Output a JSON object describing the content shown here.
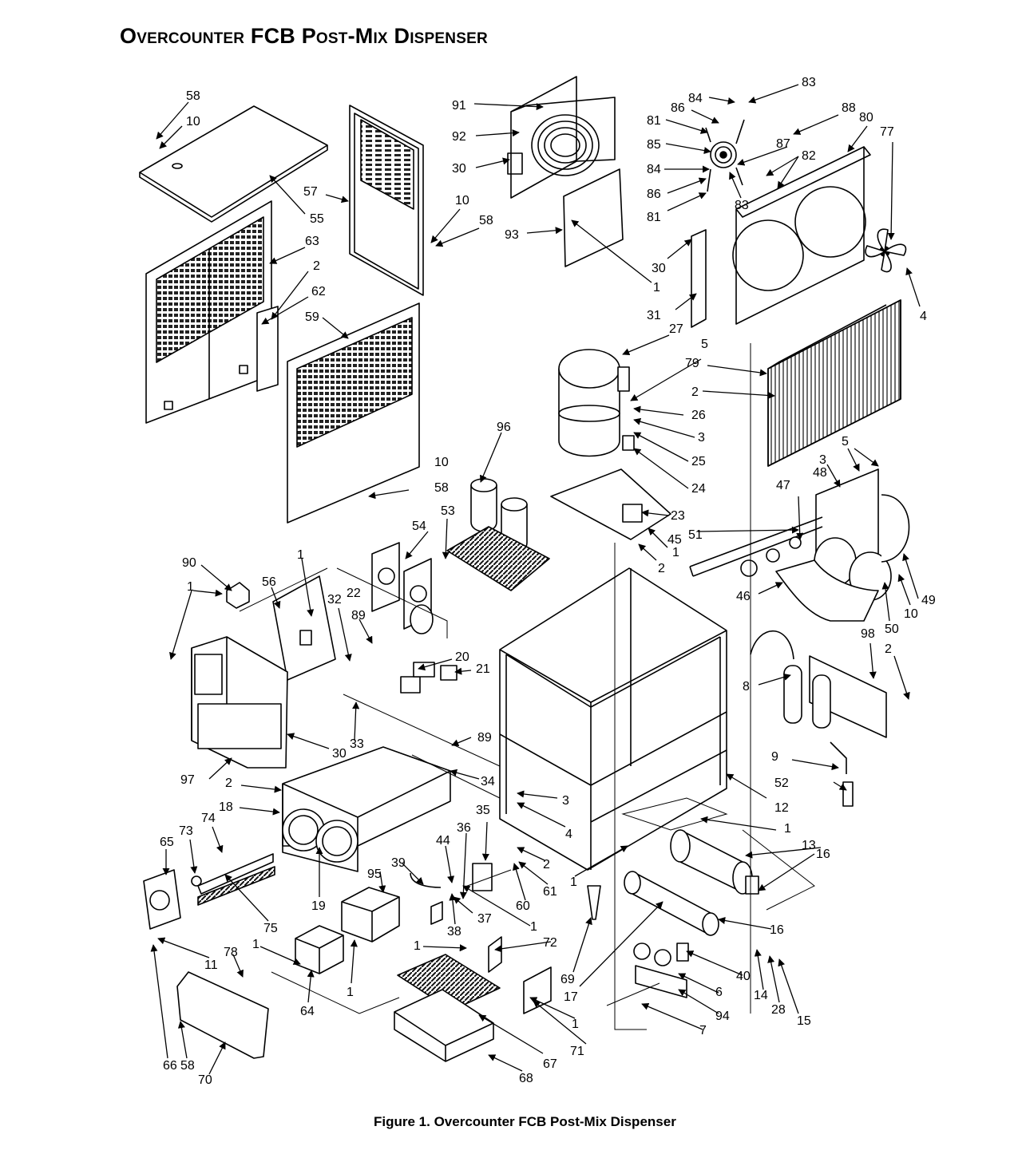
{
  "title": "Overcounter FCB Post-Mix Dispenser",
  "caption": "Figure 1. Overcounter FCB Post-Mix Dispenser",
  "callouts": [
    {
      "id": "c58a",
      "text": "58"
    },
    {
      "id": "c10a",
      "text": "10"
    },
    {
      "id": "c55",
      "text": "55"
    },
    {
      "id": "c57",
      "text": "57"
    },
    {
      "id": "c10b",
      "text": "10"
    },
    {
      "id": "c58b",
      "text": "58"
    },
    {
      "id": "c63",
      "text": "63"
    },
    {
      "id": "c2a",
      "text": "2"
    },
    {
      "id": "c62",
      "text": "62"
    },
    {
      "id": "c59",
      "text": "59"
    },
    {
      "id": "c91",
      "text": "91"
    },
    {
      "id": "c92",
      "text": "92"
    },
    {
      "id": "c30a",
      "text": "30"
    },
    {
      "id": "c93",
      "text": "93"
    },
    {
      "id": "c1a",
      "text": "1"
    },
    {
      "id": "c83a",
      "text": "83"
    },
    {
      "id": "c84a",
      "text": "84"
    },
    {
      "id": "c86a",
      "text": "86"
    },
    {
      "id": "c81a",
      "text": "81"
    },
    {
      "id": "c85",
      "text": "85"
    },
    {
      "id": "c84b",
      "text": "84"
    },
    {
      "id": "c86b",
      "text": "86"
    },
    {
      "id": "c81b",
      "text": "81"
    },
    {
      "id": "c87",
      "text": "87"
    },
    {
      "id": "c82",
      "text": "82"
    },
    {
      "id": "c83b",
      "text": "83"
    },
    {
      "id": "c88",
      "text": "88"
    },
    {
      "id": "c80",
      "text": "80"
    },
    {
      "id": "c77",
      "text": "77"
    },
    {
      "id": "c30b",
      "text": "30"
    },
    {
      "id": "c31",
      "text": "31"
    },
    {
      "id": "c4a",
      "text": "4"
    },
    {
      "id": "c27",
      "text": "27"
    },
    {
      "id": "c5a",
      "text": "5"
    },
    {
      "id": "c79",
      "text": "79"
    },
    {
      "id": "c2b",
      "text": "2"
    },
    {
      "id": "c26",
      "text": "26"
    },
    {
      "id": "c3a",
      "text": "3"
    },
    {
      "id": "c25",
      "text": "25"
    },
    {
      "id": "c24",
      "text": "24"
    },
    {
      "id": "c23",
      "text": "23"
    },
    {
      "id": "c45",
      "text": "45"
    },
    {
      "id": "c1b",
      "text": "1"
    },
    {
      "id": "c2c",
      "text": "2"
    },
    {
      "id": "c10c",
      "text": "10"
    },
    {
      "id": "c58c",
      "text": "58"
    },
    {
      "id": "c96",
      "text": "96"
    },
    {
      "id": "c53",
      "text": "53"
    },
    {
      "id": "c54",
      "text": "54"
    },
    {
      "id": "c5b",
      "text": "5"
    },
    {
      "id": "c3b",
      "text": "3"
    },
    {
      "id": "c48",
      "text": "48"
    },
    {
      "id": "c47",
      "text": "47"
    },
    {
      "id": "c51",
      "text": "51"
    },
    {
      "id": "c46",
      "text": "46"
    },
    {
      "id": "c49",
      "text": "49"
    },
    {
      "id": "c10d",
      "text": "10"
    },
    {
      "id": "c50",
      "text": "50"
    },
    {
      "id": "c90",
      "text": "90"
    },
    {
      "id": "c1c",
      "text": "1"
    },
    {
      "id": "c56",
      "text": "56"
    },
    {
      "id": "c1d",
      "text": "1"
    },
    {
      "id": "c32",
      "text": "32"
    },
    {
      "id": "c22",
      "text": "22"
    },
    {
      "id": "c89a",
      "text": "89"
    },
    {
      "id": "c20",
      "text": "20"
    },
    {
      "id": "c21",
      "text": "21"
    },
    {
      "id": "c98",
      "text": "98"
    },
    {
      "id": "c2d",
      "text": "2"
    },
    {
      "id": "c8",
      "text": "8"
    },
    {
      "id": "c30c",
      "text": "30"
    },
    {
      "id": "c33",
      "text": "33"
    },
    {
      "id": "c89b",
      "text": "89"
    },
    {
      "id": "c97",
      "text": "97"
    },
    {
      "id": "c2e",
      "text": "2"
    },
    {
      "id": "c34",
      "text": "34"
    },
    {
      "id": "c18",
      "text": "18"
    },
    {
      "id": "c3c",
      "text": "3"
    },
    {
      "id": "c4b",
      "text": "4"
    },
    {
      "id": "c9",
      "text": "9"
    },
    {
      "id": "c52",
      "text": "52"
    },
    {
      "id": "c12",
      "text": "12"
    },
    {
      "id": "c1e",
      "text": "1"
    },
    {
      "id": "c74",
      "text": "74"
    },
    {
      "id": "c73",
      "text": "73"
    },
    {
      "id": "c65",
      "text": "65"
    },
    {
      "id": "c35",
      "text": "35"
    },
    {
      "id": "c36",
      "text": "36"
    },
    {
      "id": "c44",
      "text": "44"
    },
    {
      "id": "c2f",
      "text": "2"
    },
    {
      "id": "c13",
      "text": "13"
    },
    {
      "id": "c16a",
      "text": "16"
    },
    {
      "id": "c1f",
      "text": "1"
    },
    {
      "id": "c61",
      "text": "61"
    },
    {
      "id": "c60",
      "text": "60"
    },
    {
      "id": "c95",
      "text": "95"
    },
    {
      "id": "c39",
      "text": "39"
    },
    {
      "id": "c19",
      "text": "19"
    },
    {
      "id": "c75",
      "text": "75"
    },
    {
      "id": "c38",
      "text": "38"
    },
    {
      "id": "c37",
      "text": "37"
    },
    {
      "id": "c1g",
      "text": "1"
    },
    {
      "id": "c16b",
      "text": "16"
    },
    {
      "id": "c72",
      "text": "72"
    },
    {
      "id": "c69",
      "text": "69"
    },
    {
      "id": "c1h",
      "text": "1"
    },
    {
      "id": "c1i",
      "text": "1"
    },
    {
      "id": "c78",
      "text": "78"
    },
    {
      "id": "c11",
      "text": "11"
    },
    {
      "id": "c64",
      "text": "64"
    },
    {
      "id": "c1j",
      "text": "1"
    },
    {
      "id": "c17",
      "text": "17"
    },
    {
      "id": "c40",
      "text": "40"
    },
    {
      "id": "c6",
      "text": "6"
    },
    {
      "id": "c14",
      "text": "14"
    },
    {
      "id": "c28",
      "text": "28"
    },
    {
      "id": "c15",
      "text": "15"
    },
    {
      "id": "c94",
      "text": "94"
    },
    {
      "id": "c7",
      "text": "7"
    },
    {
      "id": "c1k",
      "text": "1"
    },
    {
      "id": "c71",
      "text": "71"
    },
    {
      "id": "c67",
      "text": "67"
    },
    {
      "id": "c68",
      "text": "68"
    },
    {
      "id": "c66",
      "text": "66"
    },
    {
      "id": "c58d",
      "text": "58"
    },
    {
      "id": "c70",
      "text": "70"
    }
  ]
}
